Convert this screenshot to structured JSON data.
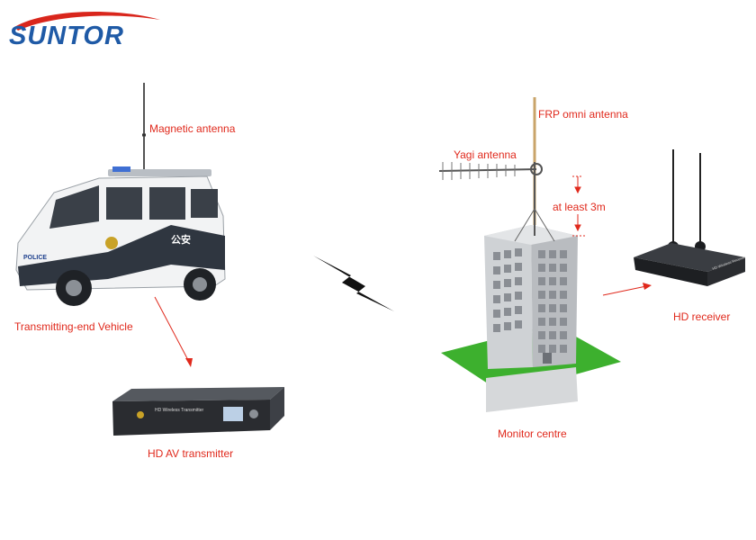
{
  "brand": {
    "name": "SUNTOR",
    "colors": {
      "brand_blue": "#1f5aa6",
      "brand_red": "#d9261c"
    }
  },
  "labels": {
    "magnetic_antenna": "Magnetic antenna",
    "transmitting_vehicle": "Transmitting-end Vehicle",
    "hd_av_transmitter": "HD AV transmitter",
    "frp_omni_antenna": "FRP omni antenna",
    "yagi_antenna": "Yagi antenna",
    "at_least": "at least 3m",
    "hd_receiver": "HD receiver",
    "monitor_centre": "Monitor centre"
  },
  "device_text": {
    "transmitter_panel": "HD Wireless Transmitter",
    "receiver_panel": "HD Wireless Receiver",
    "police_side": "公安",
    "police_front": "POLICE"
  },
  "colors": {
    "label_red": "#e0291c",
    "lawn_green": "#3db02e",
    "link_black": "#111111"
  }
}
